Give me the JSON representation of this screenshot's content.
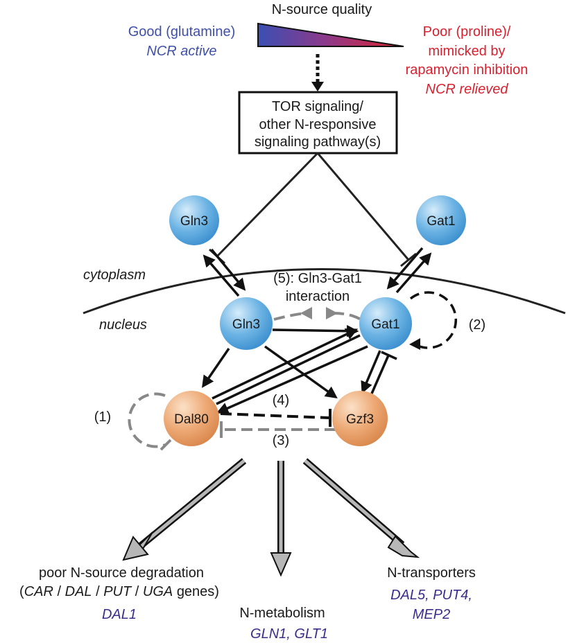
{
  "header": {
    "title": "N-source quality",
    "good_label": "Good (glutamine)",
    "good_state": "NCR active",
    "poor_line1": "Poor (proline)/",
    "poor_line2": "mimicked by",
    "poor_line3": "rapamycin inhibition",
    "poor_state": "NCR relieved"
  },
  "tor_box": {
    "line1": "TOR signaling/",
    "line2": "other N-responsive",
    "line3": "signaling pathway(s)"
  },
  "compartments": {
    "cytoplasm": "cytoplasm",
    "nucleus": "nucleus"
  },
  "nodes": {
    "gln3": "Gln3",
    "gat1": "Gat1",
    "dal80": "Dal80",
    "gzf3": "Gzf3"
  },
  "annotations": {
    "n5_line1": "(5): Gln3-Gat1",
    "n5_line2": "interaction",
    "n1": "(1)",
    "n2": "(2)",
    "n3": "(3)",
    "n4": "(4)"
  },
  "targets": {
    "degradation_line1": "poor N-source degradation",
    "degradation_genes": [
      "CAR",
      "DAL",
      "PUT",
      "UGA"
    ],
    "separator": "/",
    "open_paren": "(",
    "genes_suffix": "genes)",
    "degradation_example": "DAL1",
    "metabolism_title": "N-metabolism",
    "metabolism_genes": "GLN1, GLT1",
    "transporters_title": "N-transporters",
    "transporters_line1": "DAL5, PUT4,",
    "transporters_line2": "MEP2"
  },
  "colors": {
    "good": "#3f4fa8",
    "poor": "#d8212f",
    "gene": "#3b2c8c",
    "blue_node": "#5aa8dd",
    "orange_node": "#eba874",
    "dashed_grey": "#888888"
  }
}
